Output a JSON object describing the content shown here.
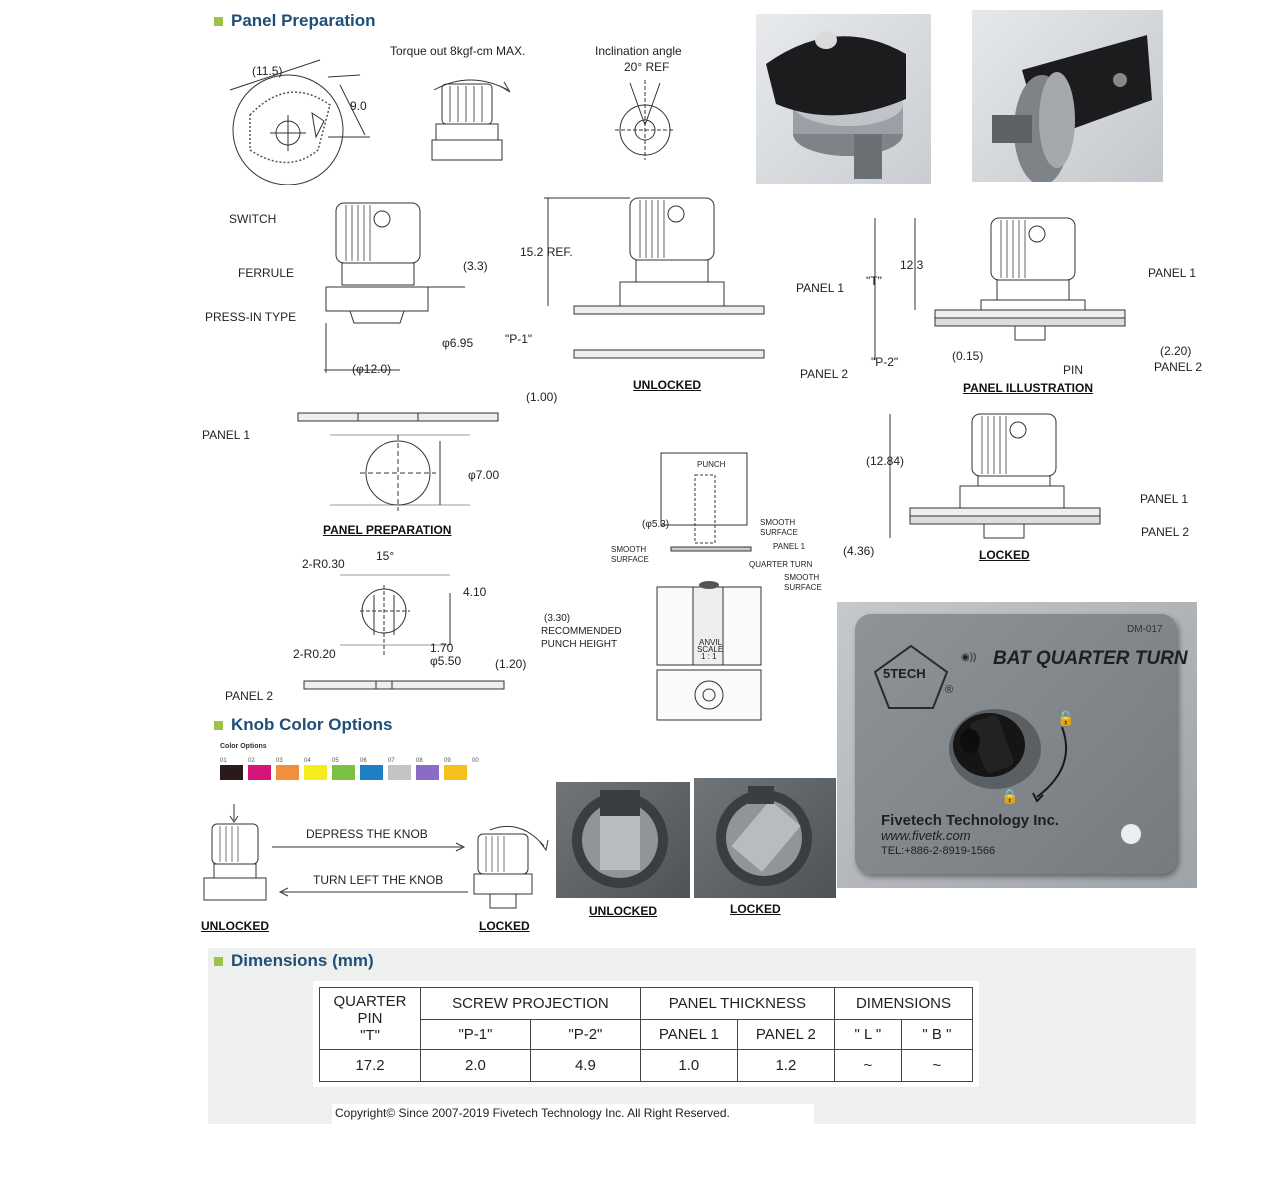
{
  "sections": {
    "panel_prep": "Panel Preparation",
    "knob_colors": "Knob Color Options",
    "dimensions": "Dimensions (mm)"
  },
  "top_drawings": {
    "dim_11_5": "(11.5)",
    "dim_9_0": "9.0",
    "torque": "Torque out 8kgf-cm MAX.",
    "inclination": "Inclination angle",
    "inclination_val": "20° REF"
  },
  "part_diagram": {
    "switch": "SWITCH",
    "ferrule": "FERRULE",
    "press_in": "PRESS-IN TYPE",
    "dim_3_3": "(3.3)",
    "dim_6_95": "φ6.95",
    "dim_12_0": "(φ12.0)"
  },
  "unlocked_diagram": {
    "dim_15_2": "15.2 REF.",
    "panel1": "PANEL 1",
    "p1": "\"P-1\"",
    "panel2": "PANEL 2",
    "caption": "UNLOCKED"
  },
  "illustration_diagram": {
    "dim_12_3": "12.3",
    "t": "\"T\"",
    "panel1": "PANEL 1",
    "p2": "\"P-2\"",
    "dim_0_15": "(0.15)",
    "pin": "PIN",
    "dim_2_20": "(2.20)",
    "panel2": "PANEL 2",
    "caption": "PANEL ILLUSTRATION"
  },
  "prep_diagram": {
    "panel1": "PANEL 1",
    "dim_1_00": "(1.00)",
    "dim_7_00": "φ7.00",
    "caption": "PANEL PREPARATION"
  },
  "locked_diagram": {
    "dim_12_84": "(12.84)",
    "panel1": "PANEL 1",
    "panel2": "PANEL 2",
    "dim_4_36": "(4.36)",
    "caption": "LOCKED"
  },
  "hole_diagram": {
    "r030": "2-R0.30",
    "angle": "15°",
    "dim_4_10": "4.10",
    "r020": "2-R0.20",
    "dim_1_70": "1.70",
    "dim_5_50": "φ5.50",
    "dim_1_20": "(1.20)",
    "panel2": "PANEL 2"
  },
  "punch_diagram": {
    "punch": "PUNCH",
    "dim_5_3": "(φ5.3)",
    "smooth1": "SMOOTH",
    "surface1": "SURFACE",
    "panel1": "PANEL 1",
    "smooth2": "SMOOTH",
    "surface2": "SURFACE",
    "quarter_turn": "QUARTER TURN",
    "smooth3": "SMOOTH",
    "surface3": "SURFACE",
    "dim_3_30": "(3.30)",
    "recommended": "RECOMMENDED",
    "punch_height": "PUNCH HEIGHT",
    "anvil": "ANVIL",
    "scale": "SCALE",
    "ratio": "1 : 1"
  },
  "color_options": {
    "header": "Color Options",
    "codes": [
      "01",
      "02",
      "03",
      "04",
      "05",
      "06",
      "07",
      "08",
      "09",
      "00"
    ],
    "colors": [
      "#2a1a1a",
      "#d6157a",
      "#f0913a",
      "#f5ec1c",
      "#7cc242",
      "#1f7fc4",
      "#c4c4c4",
      "#8a6cc4",
      "#f4c21a",
      "#ffffff"
    ]
  },
  "operation": {
    "depress": "DEPRESS THE KNOB",
    "turn_left": "TURN LEFT THE KNOB",
    "unlocked": "UNLOCKED",
    "locked": "LOCKED",
    "photo_unlocked": "UNLOCKED",
    "photo_locked": "LOCKED"
  },
  "demo_panel": {
    "code": "DM-017",
    "brand": "5TECH",
    "reg": "®",
    "title": "BAT QUARTER TURN",
    "company": "Fivetech Technology Inc.",
    "url": "www.fivetk.com",
    "tel": "TEL:+886-2-8919-1566"
  },
  "table": {
    "h_qpin": [
      "QUARTER",
      "PIN",
      "\"T\""
    ],
    "h_screw": "SCREW PROJECTION",
    "h_panel": "PANEL THICKNESS",
    "h_dims": "DIMENSIONS",
    "sub": [
      "\"P-1\"",
      "\"P-2\"",
      "PANEL 1",
      "PANEL 2",
      "\" L \"",
      "\" B \""
    ],
    "row": [
      "17.2",
      "2.0",
      "4.9",
      "1.0",
      "1.2",
      "~",
      "~"
    ]
  },
  "copyright": "Copyright© Since 2007-2019 Fivetech Technology Inc. All Right Reserved."
}
